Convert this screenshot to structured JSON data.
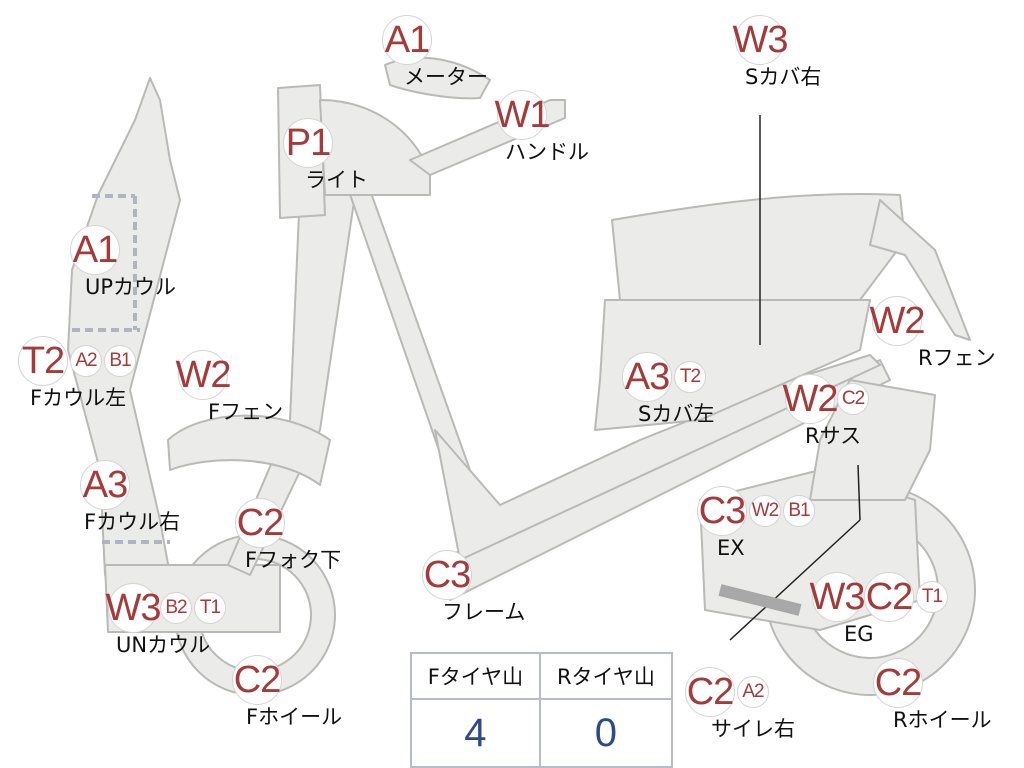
{
  "parts": [
    {
      "id": "meter",
      "badges": [
        "A1"
      ],
      "label": "メーター"
    },
    {
      "id": "light",
      "badges": [
        "P1"
      ],
      "label": "ライト"
    },
    {
      "id": "handle",
      "badges": [
        "W1"
      ],
      "label": "ハンドル"
    },
    {
      "id": "s-cover-right",
      "badges": [
        "W3"
      ],
      "label": "Sカバ右"
    },
    {
      "id": "up-cowl",
      "badges": [
        "A1"
      ],
      "label": "UPカウル"
    },
    {
      "id": "f-cowl-left",
      "badges": [
        "T2",
        "A2",
        "B1"
      ],
      "label": "Fカウル左"
    },
    {
      "id": "f-fender",
      "badges": [
        "W2"
      ],
      "label": "Fフェン"
    },
    {
      "id": "f-cowl-right",
      "badges": [
        "A3"
      ],
      "label": "Fカウル右"
    },
    {
      "id": "f-fork-lower",
      "badges": [
        "C2"
      ],
      "label": "Fフォク下"
    },
    {
      "id": "un-cowl",
      "badges": [
        "W3",
        "B2",
        "T1"
      ],
      "label": "UNカウル"
    },
    {
      "id": "f-wheel",
      "badges": [
        "C2"
      ],
      "label": "Fホイール"
    },
    {
      "id": "frame",
      "badges": [
        "C3"
      ],
      "label": "フレーム"
    },
    {
      "id": "s-cover-left",
      "badges": [
        "A3",
        "T2"
      ],
      "label": "Sカバ左"
    },
    {
      "id": "r-fender",
      "badges": [
        "W2"
      ],
      "label": "Rフェン"
    },
    {
      "id": "r-suspension",
      "badges": [
        "W2",
        "C2"
      ],
      "label": "Rサス"
    },
    {
      "id": "exhaust",
      "badges": [
        "C3",
        "W2",
        "B1"
      ],
      "label": "EX"
    },
    {
      "id": "engine",
      "badges": [
        "W3",
        "C2",
        "T1"
      ],
      "label": "EG"
    },
    {
      "id": "muffler-right",
      "badges": [
        "C2",
        "A2"
      ],
      "label": "サイレ右"
    },
    {
      "id": "r-wheel",
      "badges": [
        "C2"
      ],
      "label": "Rホイール"
    }
  ],
  "tire_table": {
    "headers": [
      "Fタイヤ山",
      "Rタイヤ山"
    ],
    "values": [
      "4",
      "0"
    ]
  }
}
